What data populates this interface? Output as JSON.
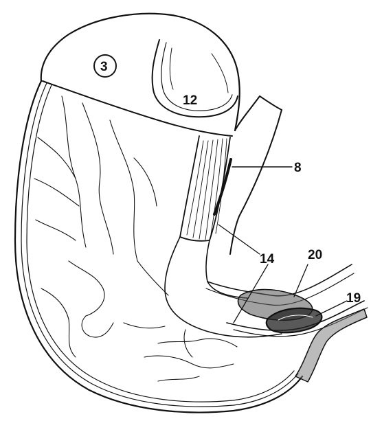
{
  "labels": {
    "l3": "3",
    "l12": "12",
    "l8": "8",
    "l14": "14",
    "l20": "20",
    "l19": "19"
  },
  "colors": {
    "ink": "#111111",
    "paper": "#ffffff"
  }
}
